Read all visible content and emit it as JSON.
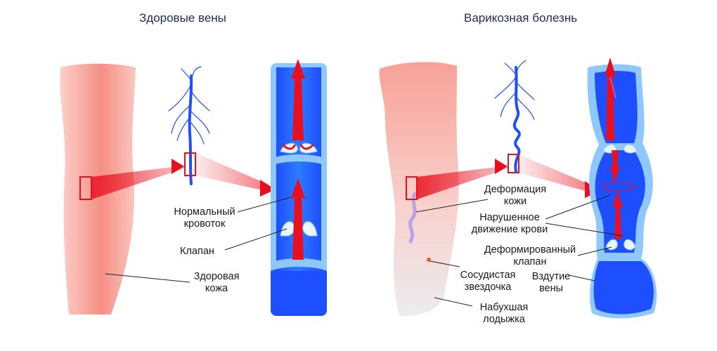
{
  "titles": {
    "healthy": "Здоровые вены",
    "varicose": "Варикозная болезнь"
  },
  "labels": {
    "normal_flow": "Нормальный\nкровоток",
    "valve": "Клапан",
    "healthy_skin": "Здоровая\nкожа",
    "skin_deformation": "Деформация\nкожи",
    "impaired_flow": "Нарушенное\nдвижение крови",
    "deformed_valve": "Деформированный\nклапан",
    "spider_vein": "Сосудистая\nзвездочка",
    "swollen_veins": "Вздутие\nвены",
    "swollen_ankle": "Набухшая\nлодыжка"
  },
  "colors": {
    "vein_blue": "#1e4fff",
    "vein_light": "#8fc8ff",
    "arrow_red": "#e8101e",
    "skin_pink": "#f9a39a",
    "title_navy": "#1f2a5a"
  }
}
